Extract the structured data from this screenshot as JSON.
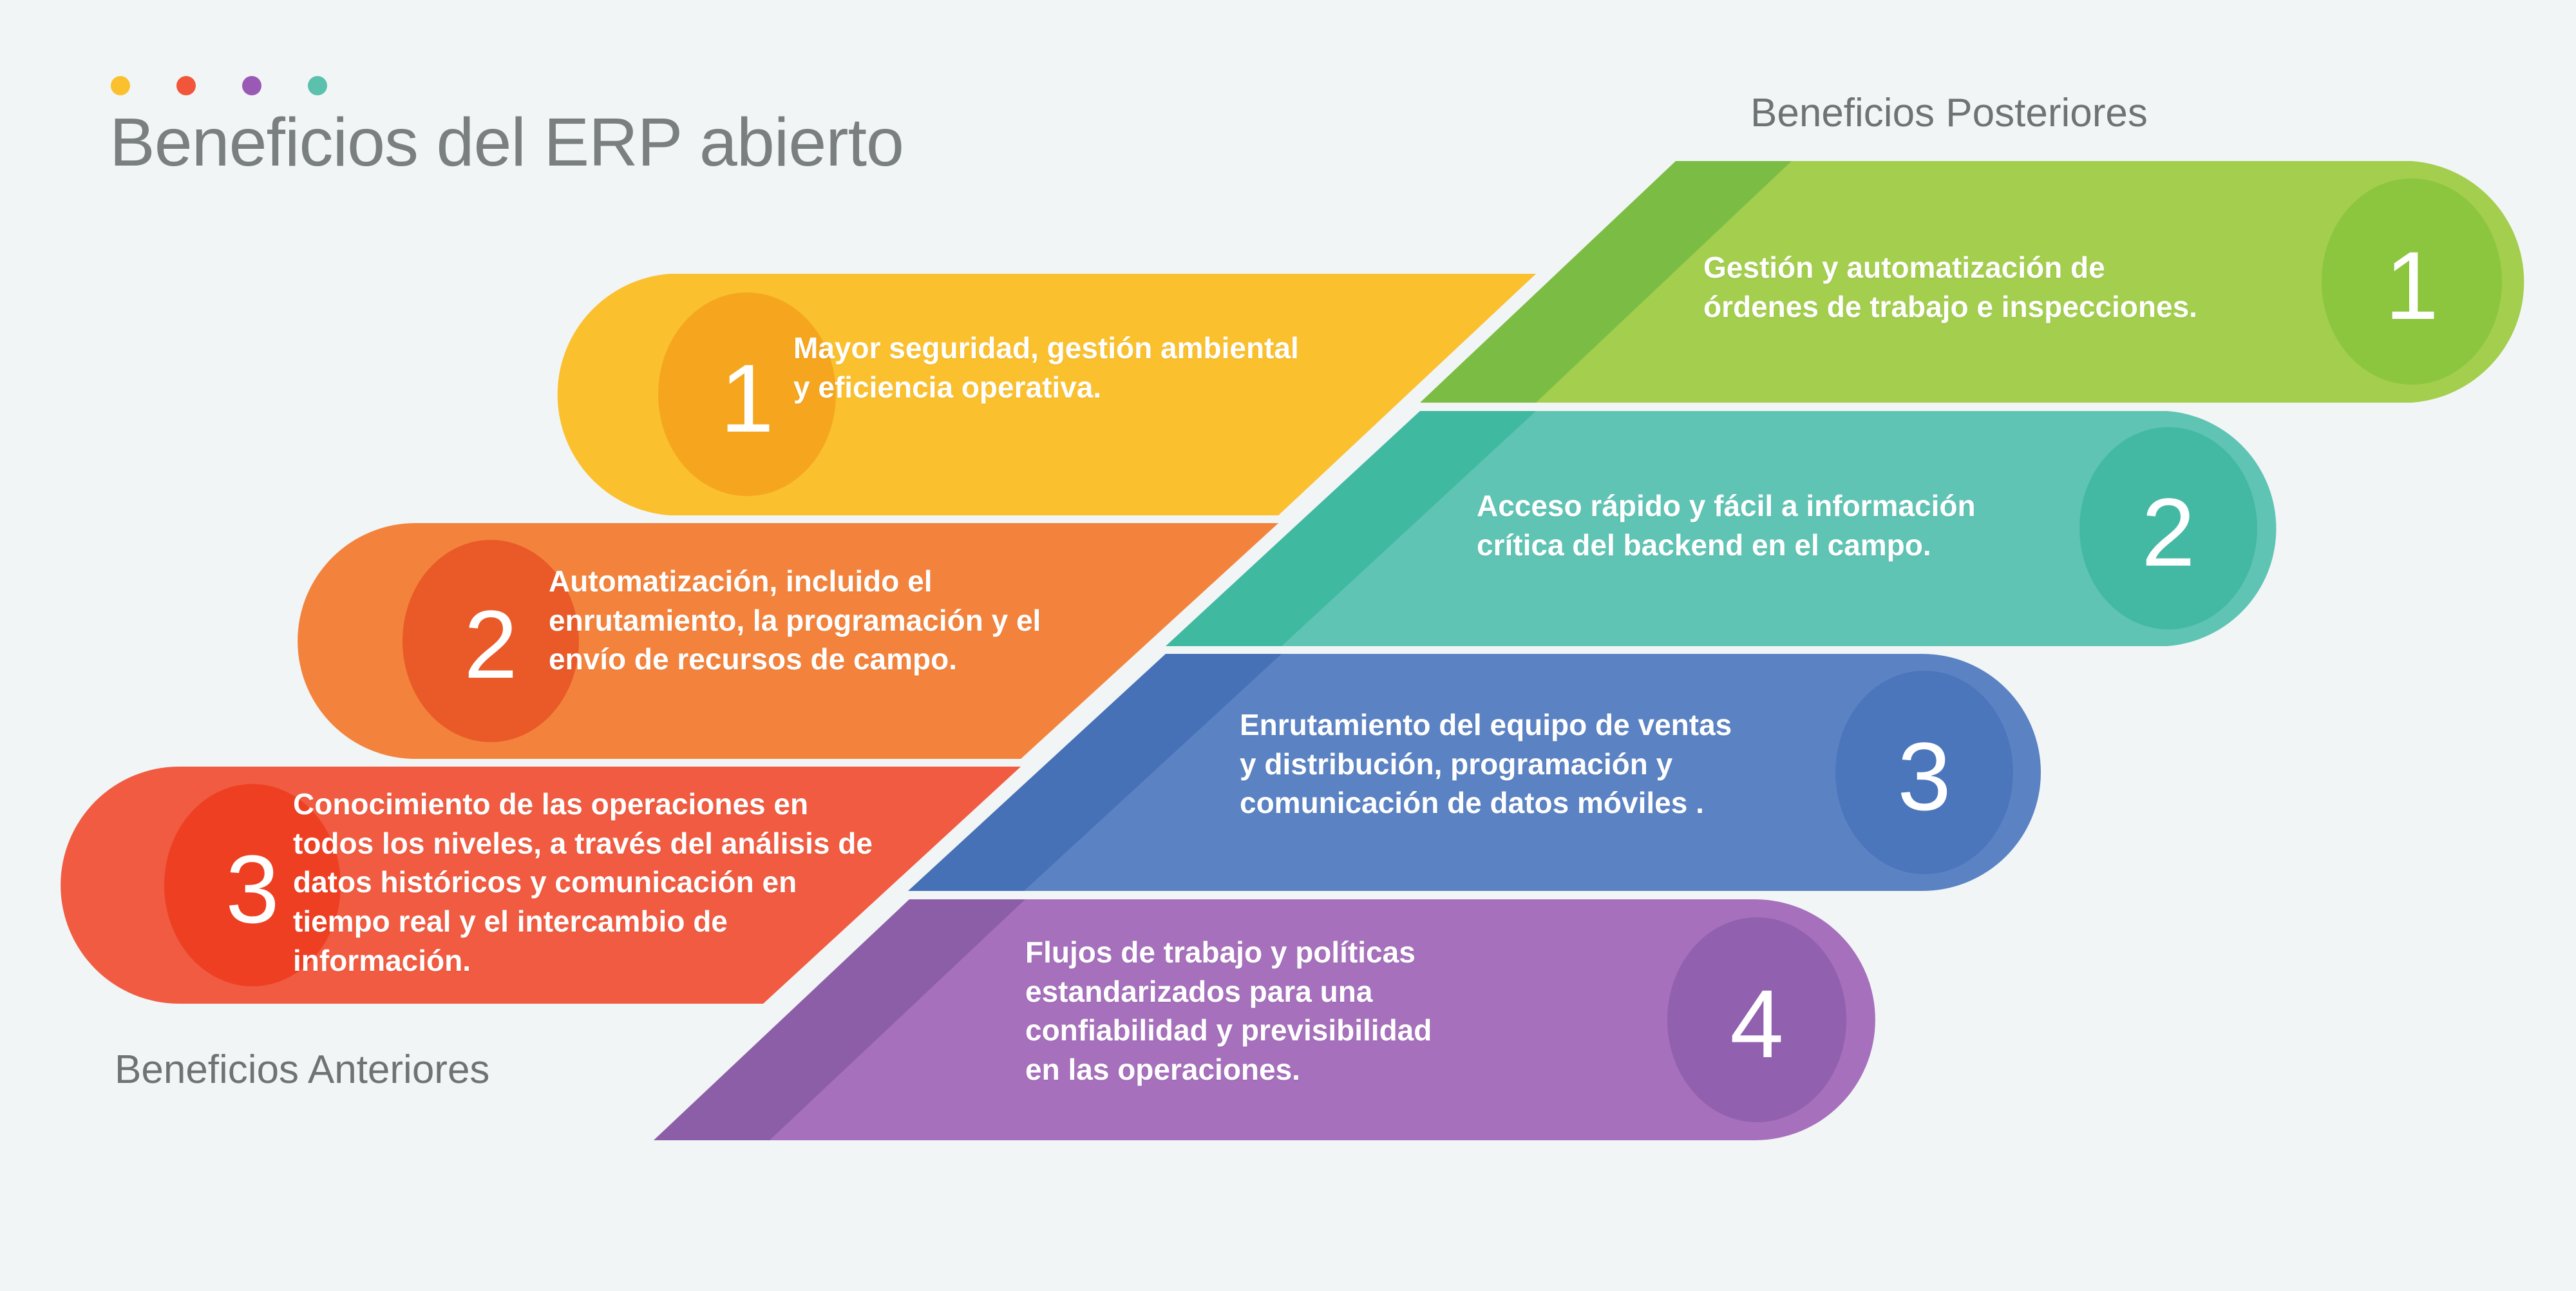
{
  "page": {
    "background_color": "#F1F5F6",
    "title": "Beneficios del ERP abierto",
    "title_color": "#7A7F80",
    "left_column_label": "Beneficios Anteriores",
    "right_column_label": "Beneficios Posteriores",
    "label_color": "#6E7475"
  },
  "header_dots": [
    {
      "name": "dot-yellow",
      "color": "#FBC02D"
    },
    {
      "name": "dot-red",
      "color": "#F1563A"
    },
    {
      "name": "dot-purple",
      "color": "#9B59B6"
    },
    {
      "name": "dot-teal",
      "color": "#5BC0AC"
    }
  ],
  "left_bars": [
    {
      "number": "1",
      "text": "Mayor seguridad, gestión ambiental\ny eficiencia operativa.",
      "color": "#FBC02D",
      "shade_color": "#F4A81D",
      "circle_color": "#F5A61E"
    },
    {
      "number": "2",
      "text": "Automatización, incluido el\nenrutamiento, la programación y el\nenvío de recursos de campo.",
      "color": "#F3833C",
      "shade_color": "#EB6A2A",
      "circle_color": "#EA5A28"
    },
    {
      "number": "3",
      "text": "Conocimiento de las operaciones en\ntodos los niveles, a través del análisis de\ndatos históricos y comunicación en\ntiempo real y el intercambio de\ninformación.",
      "color": "#F05B41",
      "shade_color": "#E8452C",
      "circle_color": "#EE3F23"
    }
  ],
  "right_bars": [
    {
      "number": "1",
      "text": "Gestión y automatización de\nórdenes de trabajo e inspecciones.",
      "color": "#A3CE4E",
      "shade_color": "#77BC43",
      "circle_color": "#8CC63F"
    },
    {
      "number": "2",
      "text": "Acceso rápido y fácil a información\ncrítica del backend en el campo.",
      "color": "#5FC4B4",
      "shade_color": "#3EB79F",
      "circle_color": "#43B9A4"
    },
    {
      "number": "3",
      "text": "Enrutamiento del equipo de ventas\ny distribución, programación y\ncomunicación de datos móviles .",
      "color": "#5B83C4",
      "shade_color": "#4470B5",
      "circle_color": "#4C76BC"
    },
    {
      "number": "4",
      "text": "Flujos de trabajo y políticas\nestandarizados para una\nconfiabilidad y previsibilidad\nen las operaciones.",
      "color": "#A670BC",
      "shade_color": "#8B5CA6",
      "circle_color": "#9160AE"
    }
  ]
}
